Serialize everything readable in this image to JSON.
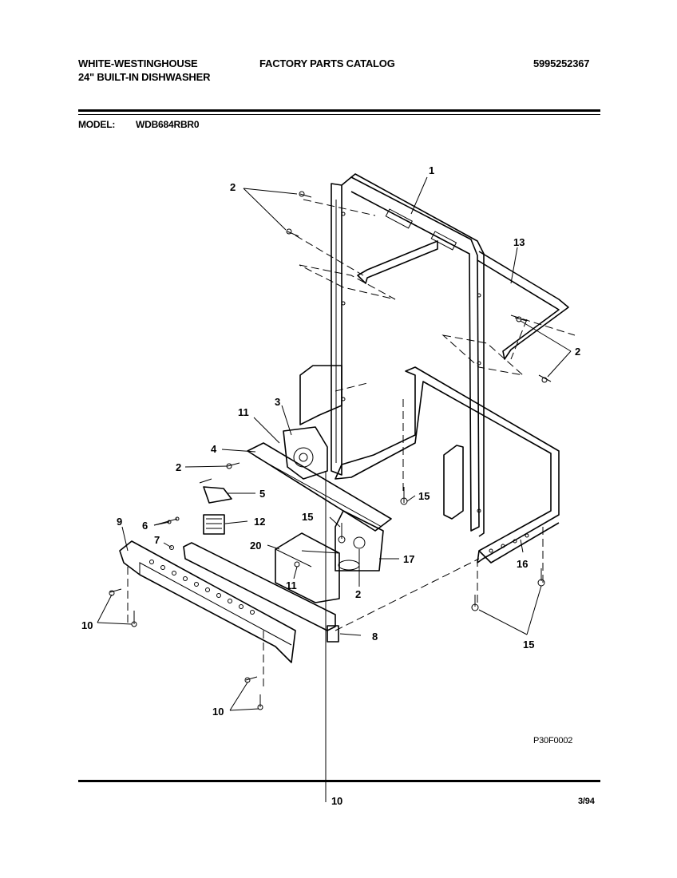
{
  "header": {
    "brand": "WHITE-WESTINGHOUSE",
    "product": "24\" BUILT-IN DISHWASHER",
    "catalog": "FACTORY PARTS CATALOG",
    "catalog_number": "5995252367",
    "model_label": "MODEL:",
    "model_value": "WDB684RBR0"
  },
  "diagram": {
    "drawing_code": "P30F0002",
    "callouts": [
      "1",
      "2",
      "2",
      "2",
      "2",
      "2",
      "3",
      "4",
      "5",
      "6",
      "7",
      "8",
      "9",
      "10",
      "10",
      "11",
      "11",
      "12",
      "13",
      "15",
      "15",
      "15",
      "16",
      "17",
      "20"
    ]
  },
  "footer": {
    "page_number": "10",
    "date": "3/94"
  }
}
